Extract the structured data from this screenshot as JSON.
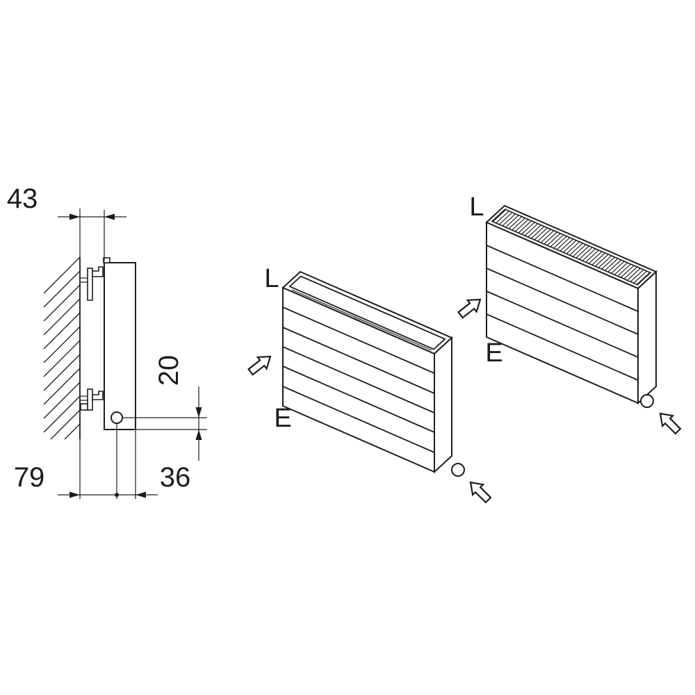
{
  "colors": {
    "ink": "#1c1c1c",
    "background": "#ffffff"
  },
  "side_view": {
    "dimensions": {
      "wall_to_radiator_back": "43",
      "valve_drop": "20",
      "wall_to_valve_center": "79",
      "valve_center_to_front": "36"
    }
  },
  "radiator_open_top": {
    "connection_labels": {
      "top": "L",
      "bottom": "E"
    }
  },
  "radiator_grille_top": {
    "connection_labels": {
      "top": "L",
      "bottom": "E"
    }
  }
}
